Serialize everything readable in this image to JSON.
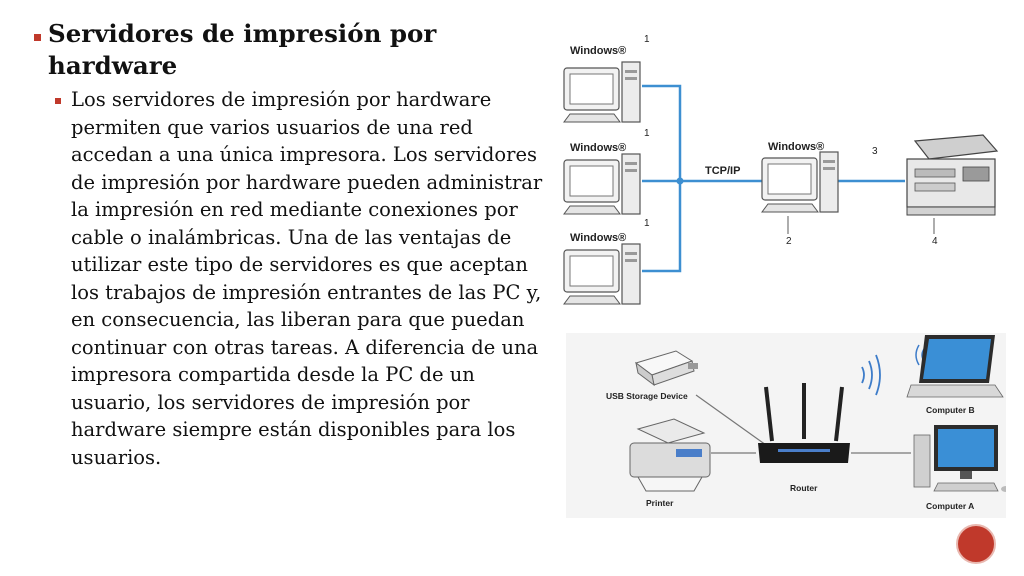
{
  "slide": {
    "heading": "Servidores de impresión por hardware",
    "body": "Los servidores de impresión por hardware permiten que varios usuarios de una red accedan a una única impresora. Los servidores de impresión por hardware pueden administrar la impresión en red mediante conexiones por cable o inalámbricas. Una de las ventajas de utilizar este tipo de servidores es que aceptan los trabajos de impresión entrantes de las PC y, en consecuencia, las liberan para que puedan continuar con otras tareas. A diferencia de una impresora compartida desde la PC de un usuario, los servidores de impresión por hardware siempre están disponibles para los usuarios.",
    "page_number": ""
  },
  "diagram_network": {
    "pc1_os": "Windows®",
    "pc2_os": "Windows®",
    "pc3_os": "Windows®",
    "server_os": "Windows®",
    "protocol": "TCP/IP",
    "n1a": "1",
    "n1b": "1",
    "n1c": "1",
    "n2": "2",
    "n3": "3",
    "n4": "4"
  },
  "diagram_wireless": {
    "usb": "USB Storage Device",
    "printer": "Printer",
    "router": "Router",
    "computer_b": "Computer B",
    "computer_a": "Computer A"
  },
  "colors": {
    "accent": "#c0392b",
    "network_line": "#3d8fd1"
  }
}
